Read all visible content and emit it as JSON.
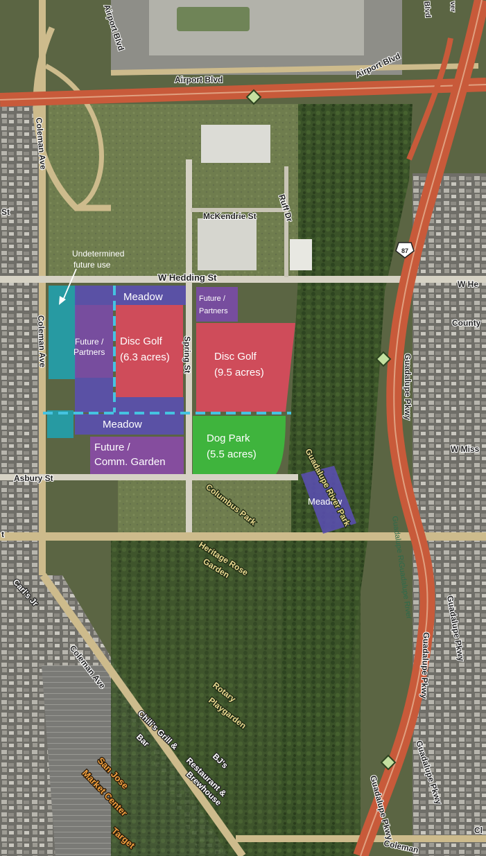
{
  "zones": {
    "undetermined": {
      "line1": "Undetermined",
      "line2": "future use",
      "color": "#1fa3b3"
    },
    "meadow_top": {
      "label": "Meadow",
      "color": "#5a4fb0"
    },
    "future_partners_left": {
      "line1": "Future /",
      "line2": "Partners",
      "color": "#7a4aa8"
    },
    "future_partners_right": {
      "line1": "Future /",
      "line2": "Partners",
      "color": "#7a4aa8"
    },
    "disc_golf_west": {
      "line1": "Disc Golf",
      "line2": "(6.3 acres)",
      "color": "#d94a5c"
    },
    "disc_golf_east": {
      "line1": "Disc Golf",
      "line2": "(9.5 acres)",
      "color": "#d94a5c"
    },
    "meadow_middle": {
      "label": "Meadow",
      "color": "#5a4fb0"
    },
    "future_garden": {
      "line1": "Future /",
      "line2": "Comm. Garden",
      "color": "#8a4aa8"
    },
    "dog_park": {
      "line1": "Dog Park",
      "line2": "(5.5 acres)",
      "color": "#3dbb3d"
    },
    "meadow_river": {
      "label": "Meadow",
      "color": "#5a4fb0"
    }
  },
  "streets": {
    "airport_blvd_top": "Airport Blvd",
    "airport_blvd_mid": "Airport Blvd",
    "airport_blvd_bottom": "Airport Blvd",
    "coleman_ave_north": "Coleman Ave",
    "coleman_ave_mid": "Coleman Ave",
    "coleman_ave_south": "Coleman Ave",
    "coleman_bottom": "Coleman",
    "mckendrie_st": "McKendrie St",
    "ruff_dr": "Ruff Dr",
    "w_hedding_st": "W Hedding St",
    "w_he": "W He",
    "spring_st": "Spring St",
    "asbury_st": "Asbury St",
    "county": "County",
    "w_miss": "W Miss",
    "guadalupe_pkwy_1": "Guadalupe Pkwy",
    "guadalupe_pkwy_2": "Guadalupe Pkwy",
    "guadalupe_pkwy_3": "Guadalupe Pkwy",
    "guadalupe_pkwy_4": "Guadalupe Pkwy",
    "guadalupe_pkwy_5": "Guadalupe Pkwy",
    "guadalupe_river_frontage": "Guadalupe RiGuadalupe River",
    "st_left": "St",
    "t_left": "t",
    "blvd_top": "Blvd",
    "ver_top": "ver",
    "route_87": "87"
  },
  "places": {
    "guadalupe_river_park": "Guadalupe River Park",
    "columbus_park": "Columbus Park",
    "heritage_rose_garden_1": "Heritage Rose",
    "heritage_rose_garden_2": "Garden",
    "rotary_playgarden_1": "Rotary",
    "rotary_playgarden_2": "Playgarden",
    "carls_jr": "Carl's Jr",
    "chilis_1": "Chili's Grill &",
    "chilis_2": "Bar",
    "bjs_1": "BJ's",
    "bjs_2": "Restaurant &",
    "bjs_3": "Brewhouse",
    "san_jose_market_1": "San Jose",
    "san_jose_market_2": "Market Center",
    "target": "Target",
    "cl": "Cl"
  },
  "colors": {
    "divider": "#45c3e0",
    "freeway": "#c85a3a",
    "road": "#cdbb8c",
    "vegetation": "#3e5a2c"
  }
}
